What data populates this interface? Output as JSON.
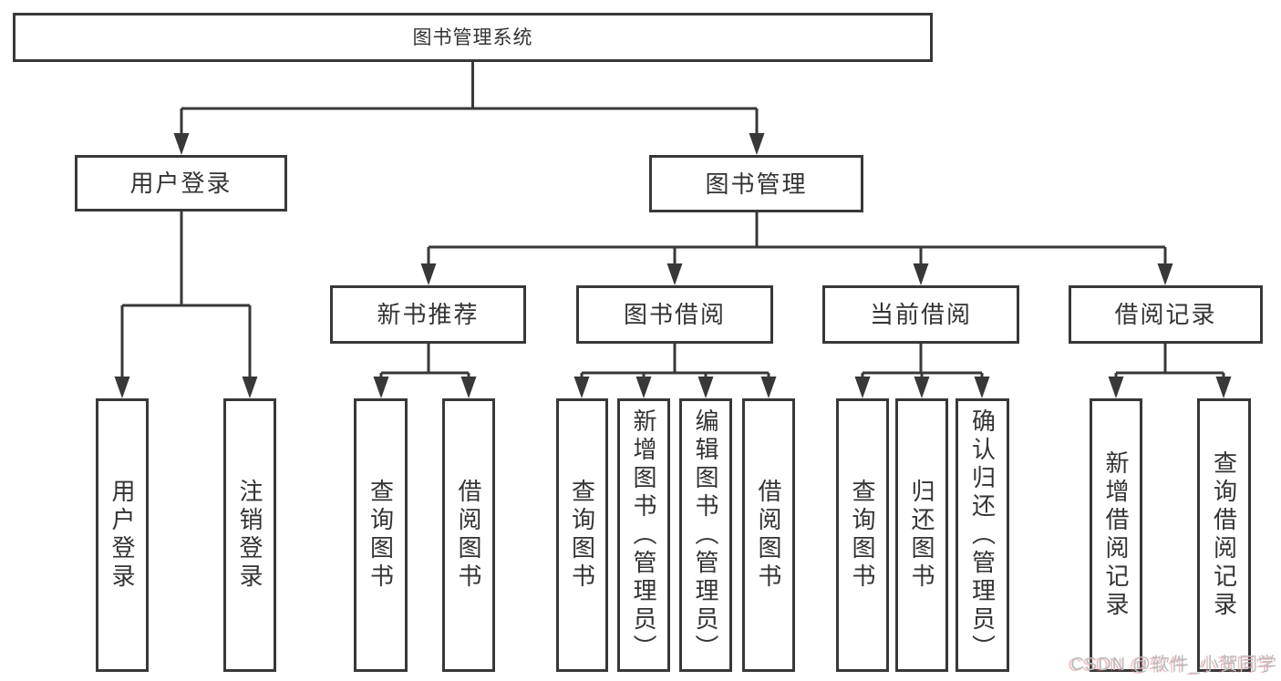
{
  "colors": {
    "line": "#383838",
    "box_border": "#383838",
    "text": "#333333",
    "background": "#ffffff",
    "watermark_gray": "#b9bcbf",
    "watermark_red_shadow": "#e57373"
  },
  "nodes": {
    "root": {
      "label": "图书管理系统"
    },
    "level2": [
      {
        "label": "用户登录"
      },
      {
        "label": "图书管理"
      }
    ],
    "level3": [
      {
        "label": "新书推荐"
      },
      {
        "label": "图书借阅"
      },
      {
        "label": "当前借阅"
      },
      {
        "label": "借阅记录"
      }
    ],
    "leaves": [
      {
        "label": "用户登录"
      },
      {
        "label": "注销登录"
      },
      {
        "label": "查询图书"
      },
      {
        "label": "借阅图书"
      },
      {
        "label": "查询图书"
      },
      {
        "label": "新增图书（管理员）"
      },
      {
        "label": "编辑图书（管理员）"
      },
      {
        "label": "借阅图书"
      },
      {
        "label": "查询图书"
      },
      {
        "label": "归还图书"
      },
      {
        "label": "确认归还（管理员）"
      },
      {
        "label": "新增借阅记录"
      },
      {
        "label": "查询借阅记录"
      }
    ]
  },
  "watermark": {
    "text": "CSDN @软件_小贺同学"
  }
}
